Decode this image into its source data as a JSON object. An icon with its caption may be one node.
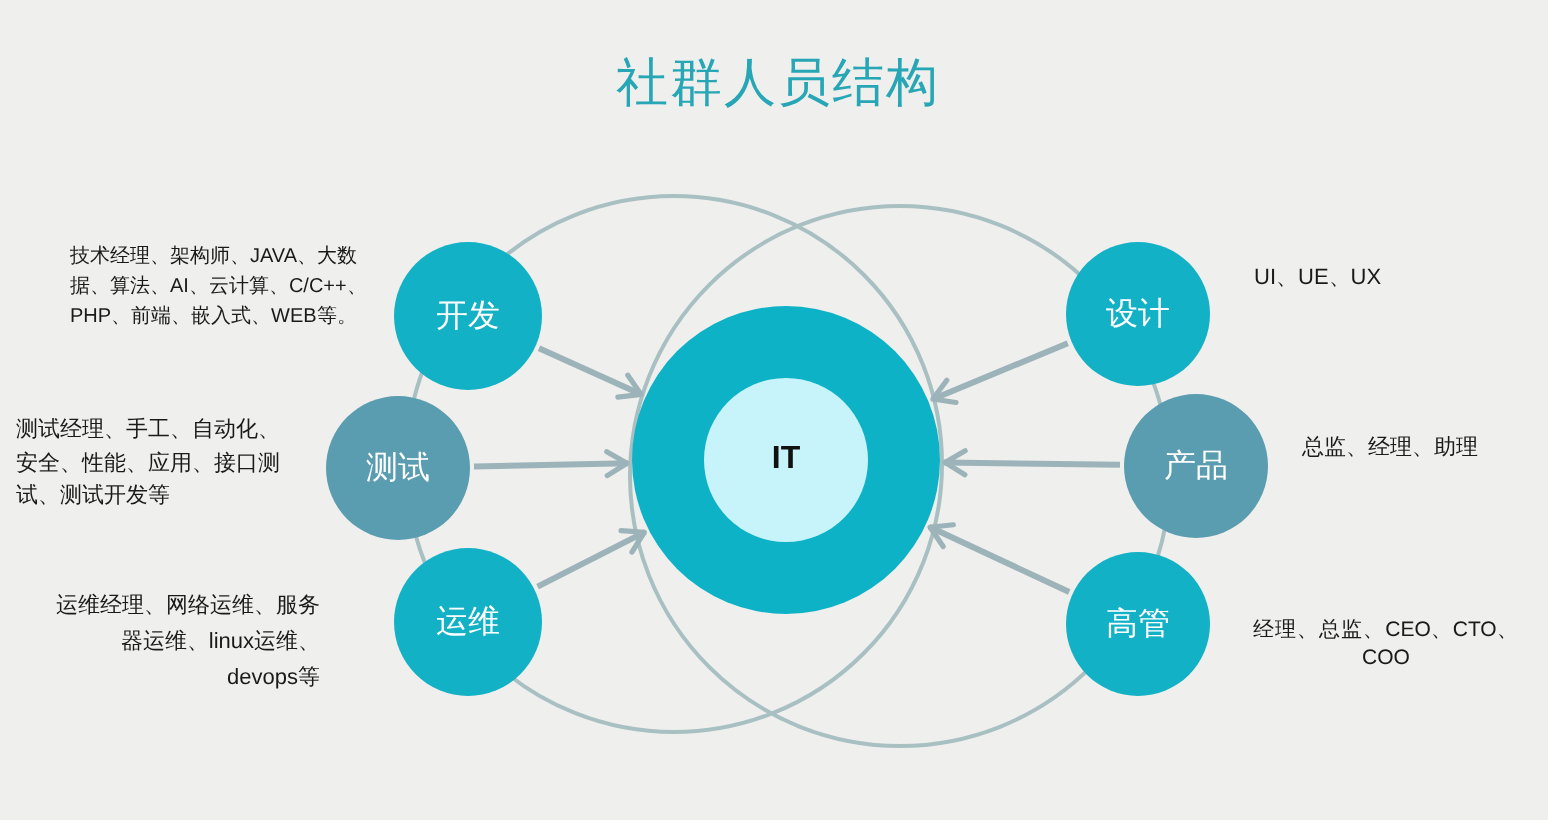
{
  "diagram": {
    "title": "社群人员结构",
    "nodes": [
      {
        "text": [
          "开发"
        ],
        "beside": [
          "技术经理、架构师、JAVA、大数据、算法、AI、云计算、C/C++、PHP、前端、嵌入式、WEB等。"
        ]
      },
      {
        "text": [
          "测试"
        ],
        "beside": [
          "测试经理、手工、自动化、安全、性能、应用、接口测试、测试开发等"
        ]
      },
      {
        "text": [
          "运维"
        ],
        "beside": [
          "运维经理、网络运维、服务器运维、linux运维、devops等"
        ]
      },
      {
        "text": [],
        "shape": "circle"
      },
      {
        "text": [
          "IT"
        ],
        "in": 3
      },
      {
        "text": [
          "设计"
        ],
        "beside": [
          "UI、UE、UX"
        ]
      },
      {
        "text": [
          "产品"
        ],
        "beside": [
          "总监、经理、助理"
        ]
      },
      {
        "text": [
          "高管"
        ],
        "beside": [
          "经理、总监、CEO、CTO、COO"
        ]
      }
    ],
    "edges": [
      {
        "from": 0,
        "to": 3,
        "arrow": "to"
      },
      {
        "from": 1,
        "to": 3,
        "arrow": "to"
      },
      {
        "from": 2,
        "to": 3,
        "arrow": "to"
      },
      {
        "from": 5,
        "to": 3,
        "arrow": "to"
      },
      {
        "from": 6,
        "to": 3,
        "arrow": "to"
      },
      {
        "from": 7,
        "to": 3,
        "arrow": "to"
      }
    ]
  }
}
